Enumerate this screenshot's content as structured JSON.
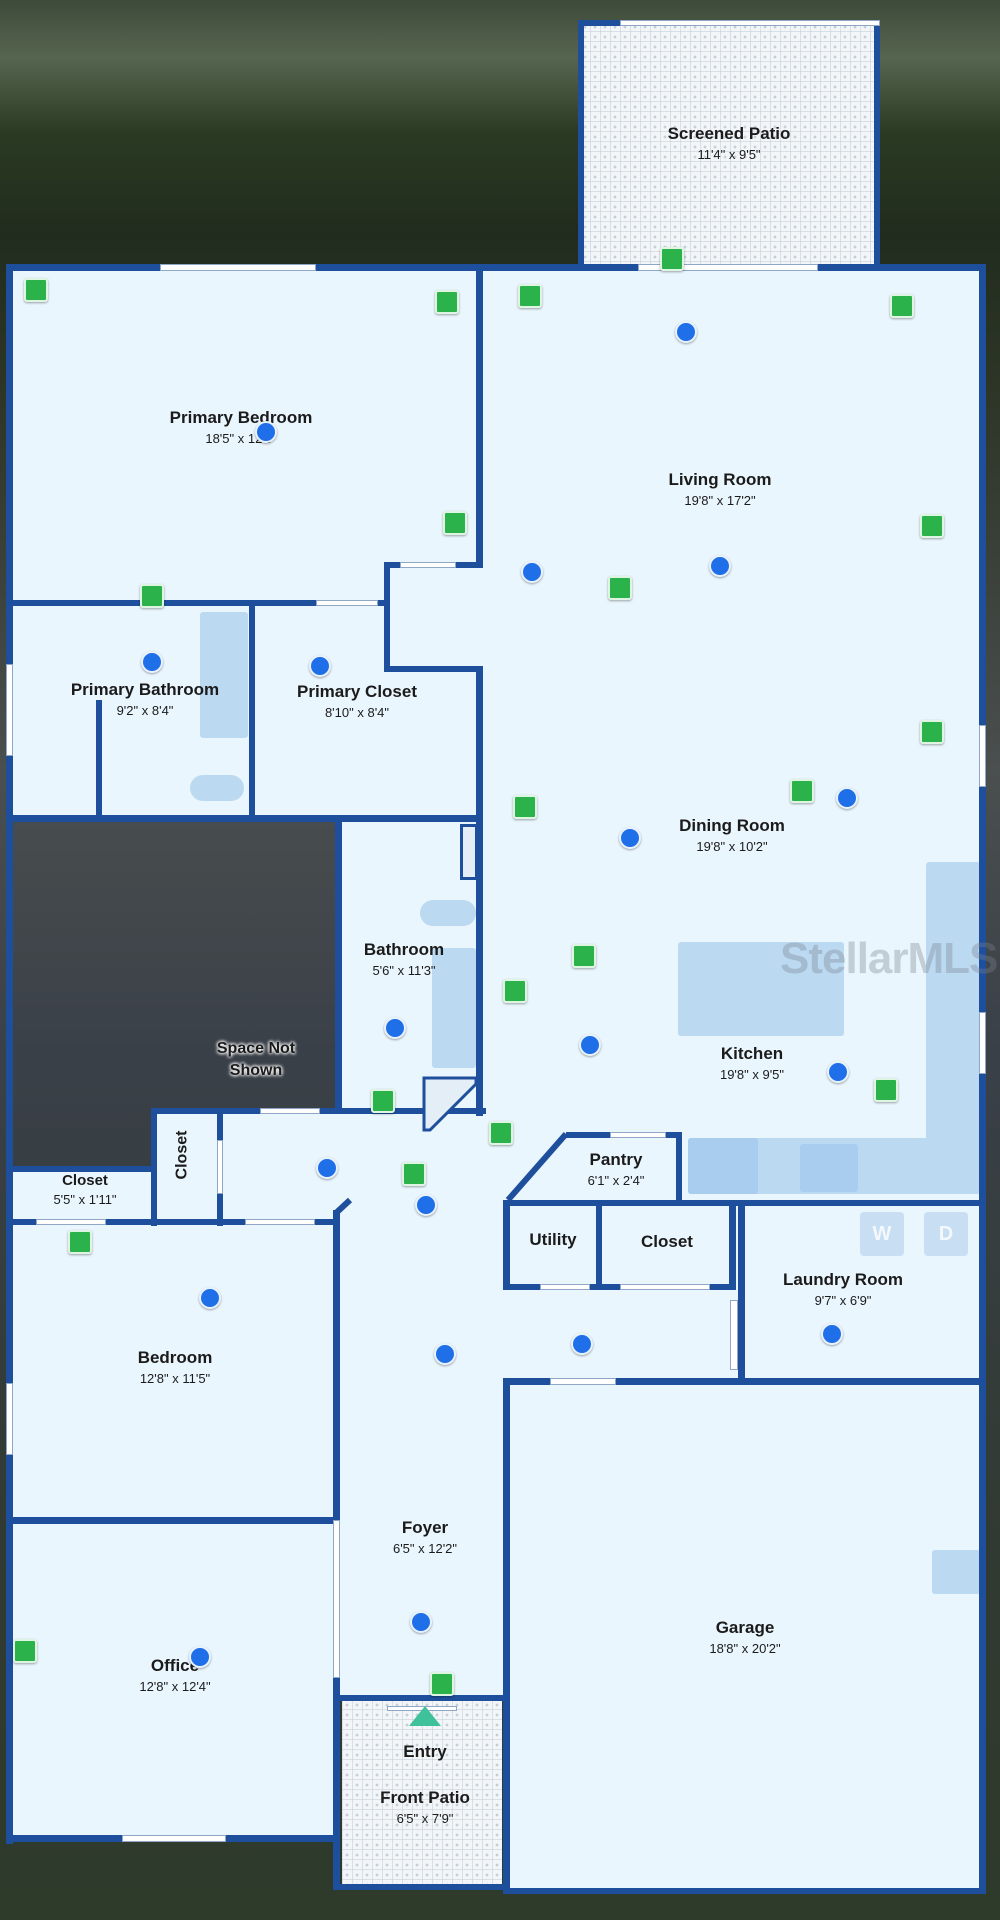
{
  "rooms": {
    "screened_patio": {
      "name": "Screened Patio",
      "dims": "11'4\" x 9'5\""
    },
    "primary_bedroom": {
      "name": "Primary Bedroom",
      "dims": "18'5\" x 12'0\""
    },
    "living_room": {
      "name": "Living Room",
      "dims": "19'8\" x 17'2\""
    },
    "primary_bathroom": {
      "name": "Primary Bathroom",
      "dims": "9'2\" x 8'4\""
    },
    "primary_closet": {
      "name": "Primary Closet",
      "dims": "8'10\" x 8'4\""
    },
    "dining_room": {
      "name": "Dining Room",
      "dims": "19'8\" x 10'2\""
    },
    "bathroom": {
      "name": "Bathroom",
      "dims": "5'6\" x 11'3\""
    },
    "kitchen": {
      "name": "Kitchen",
      "dims": "19'8\" x 9'5\""
    },
    "pantry": {
      "name": "Pantry",
      "dims": "6'1\" x 2'4\""
    },
    "closet_left": {
      "name": "Closet",
      "dims": "5'5\" x 1'11\""
    },
    "closet_vertical": {
      "name": "Closet"
    },
    "utility": {
      "name": "Utility"
    },
    "closet_center": {
      "name": "Closet"
    },
    "laundry_room": {
      "name": "Laundry Room",
      "dims": "9'7\" x 6'9\""
    },
    "bedroom": {
      "name": "Bedroom",
      "dims": "12'8\" x 11'5\""
    },
    "foyer": {
      "name": "Foyer",
      "dims": "6'5\" x 12'2\""
    },
    "garage": {
      "name": "Garage",
      "dims": "18'8\" x 20'2\""
    },
    "office": {
      "name": "Office",
      "dims": "12'8\" x 12'4\""
    },
    "front_patio": {
      "name": "Front Patio",
      "dims": "6'5\" x 7'9\""
    }
  },
  "labels": {
    "space_not_shown": "Space Not Shown",
    "entry": "Entry",
    "watermark": "StellarMLS",
    "washer": "W",
    "dryer": "D"
  },
  "colors": {
    "wall": "#1e4f9c",
    "floor": "#eaf6fd",
    "camera_marker": "#1f6fe8",
    "photo_marker": "#2bb24a",
    "entry_arrow": "#3fc19b"
  }
}
